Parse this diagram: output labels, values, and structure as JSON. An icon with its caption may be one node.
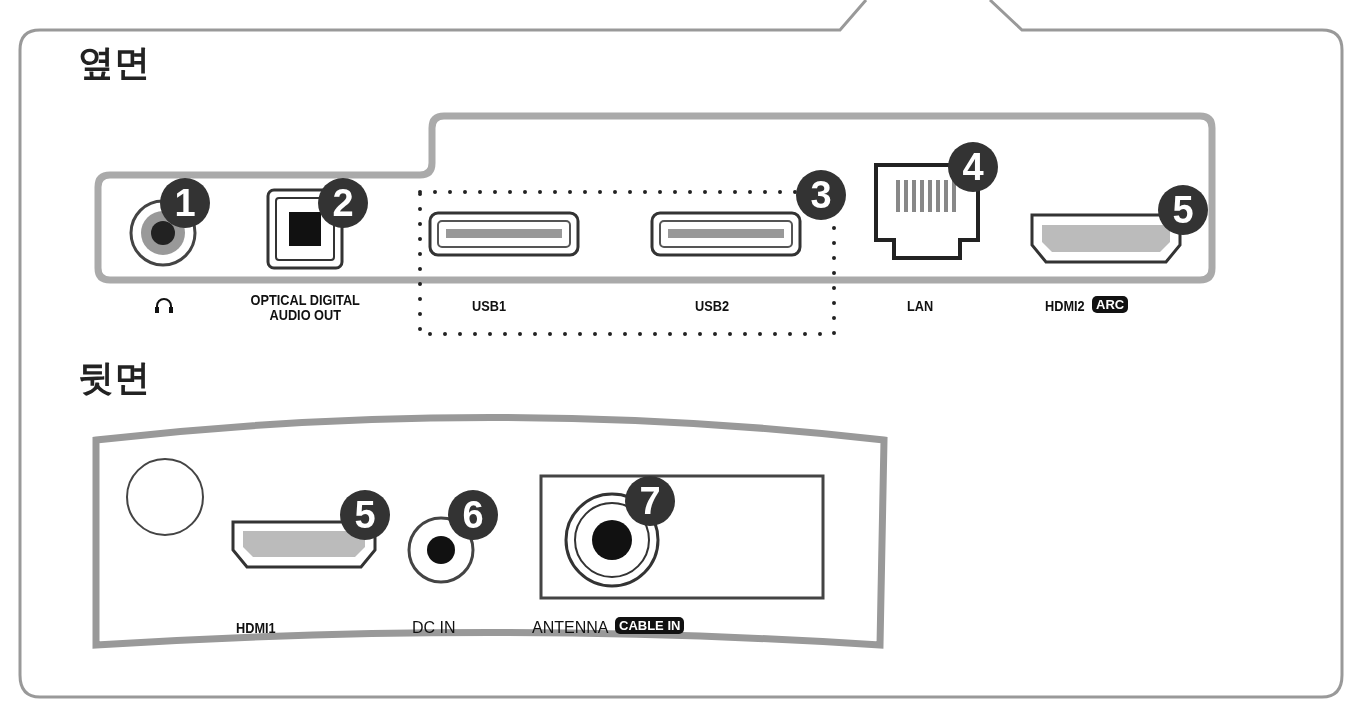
{
  "diagram": {
    "labels": [
      "옆면",
      "1",
      "2",
      "3",
      "4",
      "5",
      "OPTICAL DIGITAL AUDIO OUT",
      "USB1",
      "USB2",
      "LAN",
      "HDMI2",
      "ARC",
      "뒷면",
      "5",
      "6",
      "7",
      "HDMI1",
      "DC IN",
      "ANTENNA",
      "CABLE IN"
    ]
  }
}
